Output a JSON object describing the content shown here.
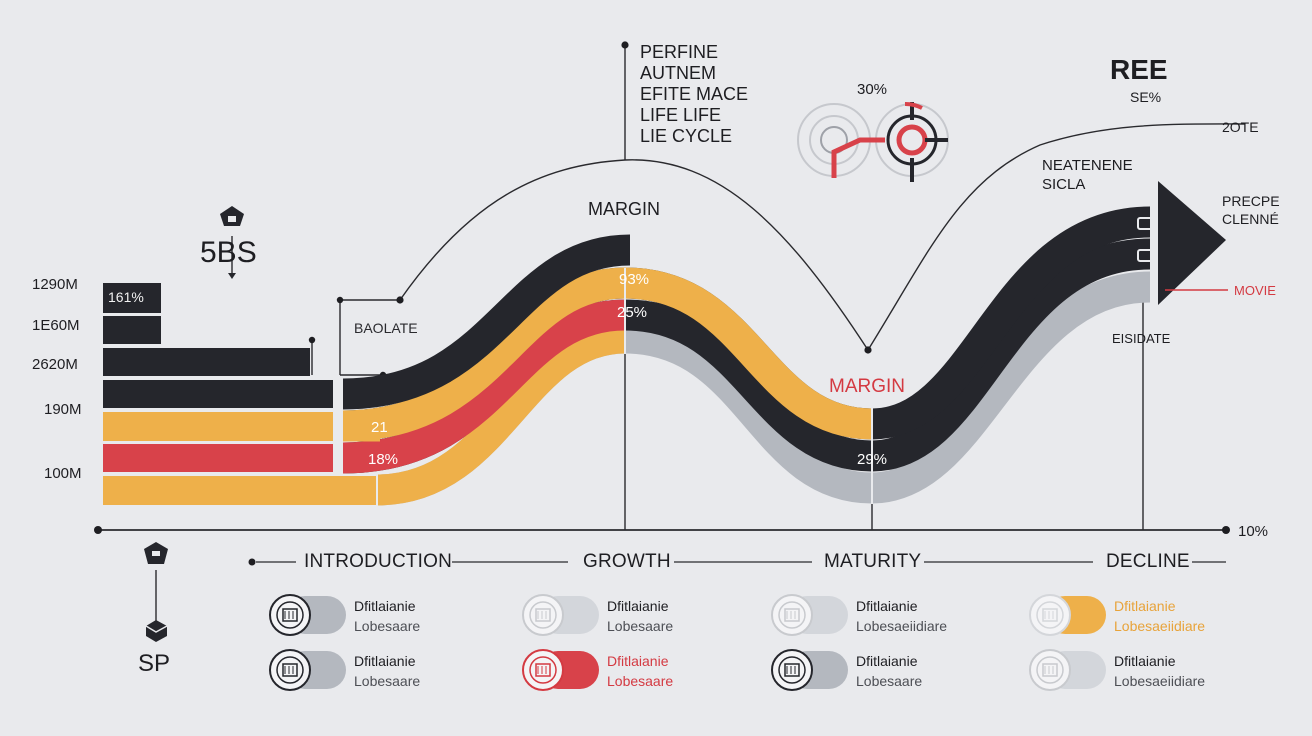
{
  "colors": {
    "dark": "#25262c",
    "yellow": "#eeb04a",
    "red": "#d8424a",
    "gray": "#b4b8bf",
    "background": "#e9eaed",
    "accent_red": "#d43a42"
  },
  "title": {
    "lines": [
      "PERFINE",
      "AUTNEM",
      "EFITE MACE",
      "LIFE LIFE",
      "LIE CYCLE"
    ]
  },
  "top_right": {
    "heading": "REE",
    "subheading": "SE%",
    "note": "2OTE"
  },
  "gauge": {
    "value_label": "30%",
    "icon": "gauge-circles-icon"
  },
  "left_panel": {
    "top_label": "5BS",
    "top_icon": "house-icon",
    "bottom_label": "SP",
    "bottom_icons": [
      "house-icon",
      "box-icon"
    ]
  },
  "y_labels": [
    "1290M",
    "1E60M",
    "2620M",
    "190M",
    "100M"
  ],
  "bar_labels": {
    "top_bar_pct": "161%",
    "band_21": "21",
    "band_18": "18%"
  },
  "annotations": {
    "baolate": "BAOLATE",
    "margin_top": "MARGIN",
    "margin_mid": "MARGIN",
    "pct_93": "93%",
    "pct_25": "25%",
    "pct_29": "29%",
    "neatenene": "NEATENENE",
    "sicla": "SICLA",
    "preppe": "PRECPE",
    "clenne": "CLENNÉ",
    "movie": "MOVIE",
    "eisidate": "EISIDATE",
    "axis_end": "10%"
  },
  "stages": [
    "INTRODUCTION",
    "GROWTH",
    "MATURITY",
    "DECLINE"
  ],
  "legend": [
    [
      {
        "line1": "Dfitlaianie",
        "line2": "Lobesaare",
        "style": "dark",
        "fill": "gray"
      },
      {
        "line1": "Dfitlaianie",
        "line2": "Lobesaare",
        "style": "dark",
        "fill": "gray"
      }
    ],
    [
      {
        "line1": "Dfitlaianie",
        "line2": "Lobesaare",
        "style": "dark",
        "fill": "light"
      },
      {
        "line1": "Dfitlaianie",
        "line2": "Lobesaare",
        "style": "red",
        "fill": "red"
      }
    ],
    [
      {
        "line1": "Dfitlaianie",
        "line2": "Lobesaeiidiare",
        "style": "dark",
        "fill": "light"
      },
      {
        "line1": "Dfitlaianie",
        "line2": "Lobesaare",
        "style": "dark",
        "fill": "gray"
      }
    ],
    [
      {
        "line1": "Dfitlaianie",
        "line2": "Lobesaeiidiare",
        "style": "yellow",
        "fill": "yellow"
      },
      {
        "line1": "Dfitlaianie",
        "line2": "Lobesaeiidiare",
        "style": "dark",
        "fill": "light"
      }
    ]
  ]
}
